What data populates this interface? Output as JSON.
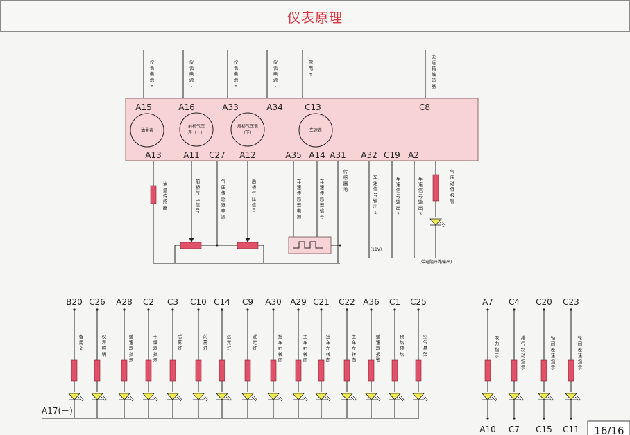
{
  "title": "仪表原理",
  "page_number": "16/16",
  "top_inputs": [
    {
      "label": "仪表电源+"
    },
    {
      "label": "仪表电源-"
    },
    {
      "label": "仪表电源+"
    },
    {
      "label": "仪表电源-"
    },
    {
      "label": "常电+"
    },
    {
      "label": "变速箱编码器"
    }
  ],
  "module": {
    "top_pins": [
      "A15",
      "A16",
      "A33",
      "A34",
      "C13",
      "C8"
    ],
    "bottom_pins": [
      "A13",
      "A11",
      "C27",
      "A12",
      "A35",
      "A14",
      "A31",
      "A32",
      "C19",
      "A2"
    ],
    "gauges": [
      "油量表",
      "前桥气压表（上）",
      "后桥气压表（下）",
      "车速表"
    ]
  },
  "sensor_labels": {
    "fuel": "油量传感器",
    "front_pressure": "前桥气压信号",
    "pressure_power": "气压传感器电源",
    "rear_pressure": "后桥气压信号",
    "speed_power": "车速传感器电源",
    "speed_signal": "车速传感器信号",
    "sensor_ground": "传感器地",
    "speed_out1": "车速信号输出1",
    "speed_out2": "车速信号输出2",
    "speed_out3": "车速信号输出3",
    "low_pressure_alarm": "气压过低报警",
    "note_11v": "(11V)",
    "note_with_switch": "(带电阻开路输出)"
  },
  "indicators_left": [
    {
      "pin": "B20",
      "label": "备用2"
    },
    {
      "pin": "C26",
      "label": "仪表照明"
    },
    {
      "pin": "A28",
      "label": "缓速器指示"
    },
    {
      "pin": "C2",
      "label": "干燥器指示"
    },
    {
      "pin": "C3",
      "label": "后雾灯"
    },
    {
      "pin": "C10",
      "label": "前雾灯"
    },
    {
      "pin": "C14",
      "label": "远光灯"
    },
    {
      "pin": "C9",
      "label": "近光灯"
    },
    {
      "pin": "A30",
      "label": "挂车右转向"
    },
    {
      "pin": "A29",
      "label": "主车右转向"
    },
    {
      "pin": "C21",
      "label": "挂车左转向"
    },
    {
      "pin": "C22",
      "label": "主车左转向"
    },
    {
      "pin": "A36",
      "label": "缓速器报警"
    },
    {
      "pin": "C1",
      "label": "预热预热"
    },
    {
      "pin": "C25",
      "label": "空气悬架"
    }
  ],
  "ground_label": "A17(－)",
  "indicators_right": [
    {
      "pin": "A7",
      "bottom": "A10",
      "label": "取力指示"
    },
    {
      "pin": "C4",
      "bottom": "C7",
      "label": "排气制动指示"
    },
    {
      "pin": "C20",
      "bottom": "C15",
      "label": "轴间差速指示"
    },
    {
      "pin": "C23",
      "bottom": "C11",
      "label": "轮间差速指示"
    }
  ],
  "colors": {
    "title": "#d8343f",
    "module_fill": "#f8d3d5",
    "resistor": "#e1516a",
    "led": "#f1ea52",
    "wire": "#222222"
  }
}
